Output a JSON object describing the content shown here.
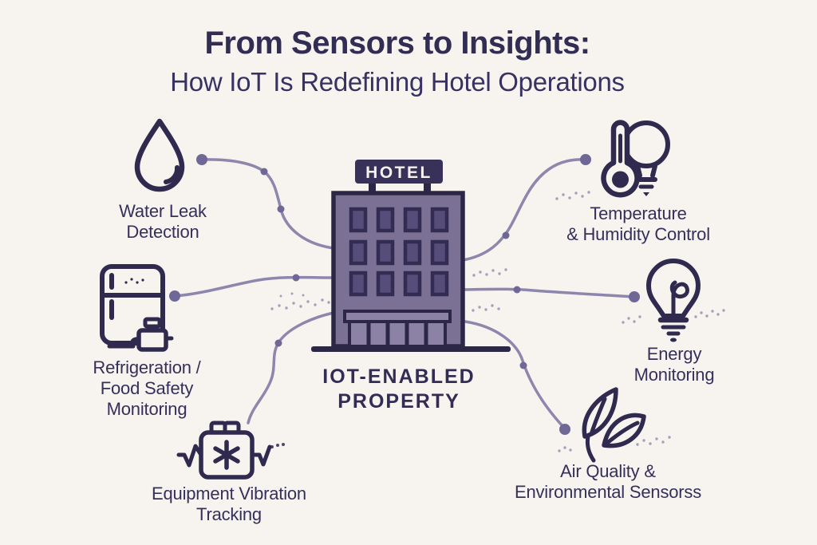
{
  "title": {
    "line1": "From Sensors to Insights:",
    "line2": "How IoT Is Redefining Hotel Operations"
  },
  "building": {
    "sign": "HOTEL",
    "caption": "IOT-ENABLED\nPROPERTY"
  },
  "features": {
    "water_leak": {
      "label": "Water Leak\nDetection",
      "icon": "water-drop-icon"
    },
    "refrigeration": {
      "label": "Refrigeration /\nFood Safety\nMonitoring",
      "icon": "refrigerator-icon"
    },
    "vibration": {
      "label": "Equipment Vibration\nTracking",
      "icon": "vibration-sensor-icon"
    },
    "temperature": {
      "label": "Temperature\n& Humidity Control",
      "icon": "thermometer-bulb-icon"
    },
    "energy": {
      "label": "Energy\nMonitoring",
      "icon": "light-bulb-icon"
    },
    "air_quality": {
      "label": "Air Quality &\nEnvironmental Sensorss",
      "icon": "leaves-icon"
    }
  },
  "colors": {
    "background": "#f7f3ef",
    "ink": "#2f2a4e",
    "text": "#332e54",
    "connector_line": "#8e87ad",
    "connector_dot": "#6f6896",
    "building_fill": "#7b7194",
    "building_outline": "#2c2745",
    "window_fill": "#564d7a",
    "sign_fill": "#38325a",
    "sign_text": "#f5f2ef",
    "entrance_fill": "#8c82a6"
  }
}
